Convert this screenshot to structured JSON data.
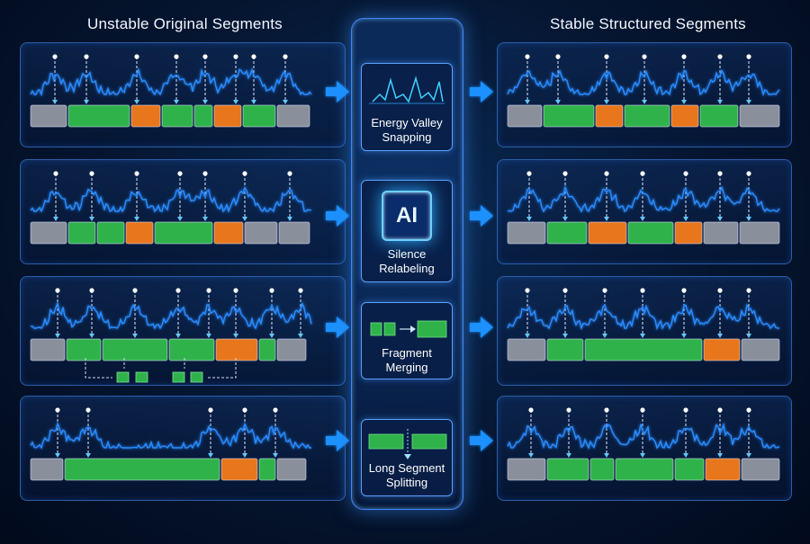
{
  "titles": {
    "left": "Unstable Original Segments",
    "right": "Stable Structured Segments"
  },
  "steps": [
    {
      "line1": "Energy Valley",
      "line2": "Snapping",
      "icon": "waveform-icon"
    },
    {
      "line1": "Silence",
      "line2": "Relabeling",
      "icon": "ai-chip-icon",
      "chip_text": "AI"
    },
    {
      "line1": "Fragment",
      "line2": "Merging",
      "icon": "merge-icon"
    },
    {
      "line1": "Long Segment",
      "line2": "Splitting",
      "icon": "split-icon"
    }
  ],
  "colors": {
    "silence": "#8a8f9c",
    "speech": "#2fb24a",
    "noise": "#e8761c",
    "wave": "#2a8cff",
    "arrow": "#1e90ff"
  },
  "rows": [
    {
      "left": {
        "segments": [
          [
            "s",
            0,
            40
          ],
          [
            "g",
            42,
            110
          ],
          [
            "o",
            112,
            144
          ],
          [
            "g",
            146,
            180
          ],
          [
            "g",
            182,
            202
          ],
          [
            "o",
            204,
            234
          ],
          [
            "g",
            236,
            272
          ],
          [
            "s",
            274,
            310
          ]
        ],
        "markers": [
          27,
          62,
          118,
          162,
          194,
          228,
          248,
          283
        ]
      },
      "right": {
        "segments": [
          [
            "s",
            0,
            38
          ],
          [
            "g",
            40,
            96
          ],
          [
            "o",
            98,
            128
          ],
          [
            "g",
            130,
            180
          ],
          [
            "o",
            182,
            212
          ],
          [
            "g",
            214,
            256
          ],
          [
            "s",
            258,
            302
          ]
        ],
        "markers": [
          22,
          56,
          110,
          152,
          196,
          236,
          268
        ]
      }
    },
    {
      "left": {
        "segments": [
          [
            "s",
            0,
            40
          ],
          [
            "g",
            42,
            72
          ],
          [
            "g",
            74,
            104
          ],
          [
            "o",
            106,
            136
          ],
          [
            "g",
            138,
            202
          ],
          [
            "o",
            204,
            236
          ],
          [
            "s",
            238,
            274
          ],
          [
            "s",
            276,
            310
          ]
        ],
        "markers": [
          28,
          68,
          118,
          166,
          194,
          238,
          288
        ]
      },
      "right": {
        "segments": [
          [
            "s",
            0,
            42
          ],
          [
            "g",
            44,
            88
          ],
          [
            "o",
            90,
            132
          ],
          [
            "g",
            134,
            184
          ],
          [
            "o",
            186,
            216
          ],
          [
            "s",
            218,
            256
          ],
          [
            "s",
            258,
            302
          ]
        ],
        "markers": [
          24,
          64,
          110,
          150,
          198,
          236,
          268
        ]
      }
    },
    {
      "left": {
        "segments": [
          [
            "s",
            0,
            38
          ],
          [
            "g",
            40,
            78
          ],
          [
            "g",
            80,
            152
          ],
          [
            "g",
            154,
            204
          ],
          [
            "o",
            206,
            252
          ],
          [
            "g",
            254,
            272
          ],
          [
            "s",
            274,
            306
          ]
        ],
        "markers": [
          30,
          68,
          116,
          164,
          198,
          228,
          268,
          300
        ]
      },
      "right": {
        "segments": [
          [
            "s",
            0,
            42
          ],
          [
            "g",
            44,
            84
          ],
          [
            "g",
            86,
            216
          ],
          [
            "o",
            218,
            258
          ],
          [
            "s",
            260,
            302
          ]
        ],
        "markers": [
          22,
          64,
          108,
          150,
          196,
          236,
          268
        ]
      }
    },
    {
      "left": {
        "segments": [
          [
            "s",
            0,
            36
          ],
          [
            "g",
            38,
            210
          ],
          [
            "o",
            212,
            252
          ],
          [
            "g",
            254,
            272
          ],
          [
            "s",
            274,
            306
          ]
        ],
        "markers": [
          30,
          64,
          200,
          238,
          272
        ]
      },
      "right": {
        "segments": [
          [
            "s",
            0,
            42
          ],
          [
            "g",
            44,
            90
          ],
          [
            "g",
            92,
            118
          ],
          [
            "g",
            120,
            184
          ],
          [
            "g",
            186,
            218
          ],
          [
            "o",
            220,
            258
          ],
          [
            "s",
            260,
            302
          ]
        ],
        "markers": [
          26,
          68,
          110,
          150,
          198,
          236,
          268
        ]
      }
    }
  ]
}
